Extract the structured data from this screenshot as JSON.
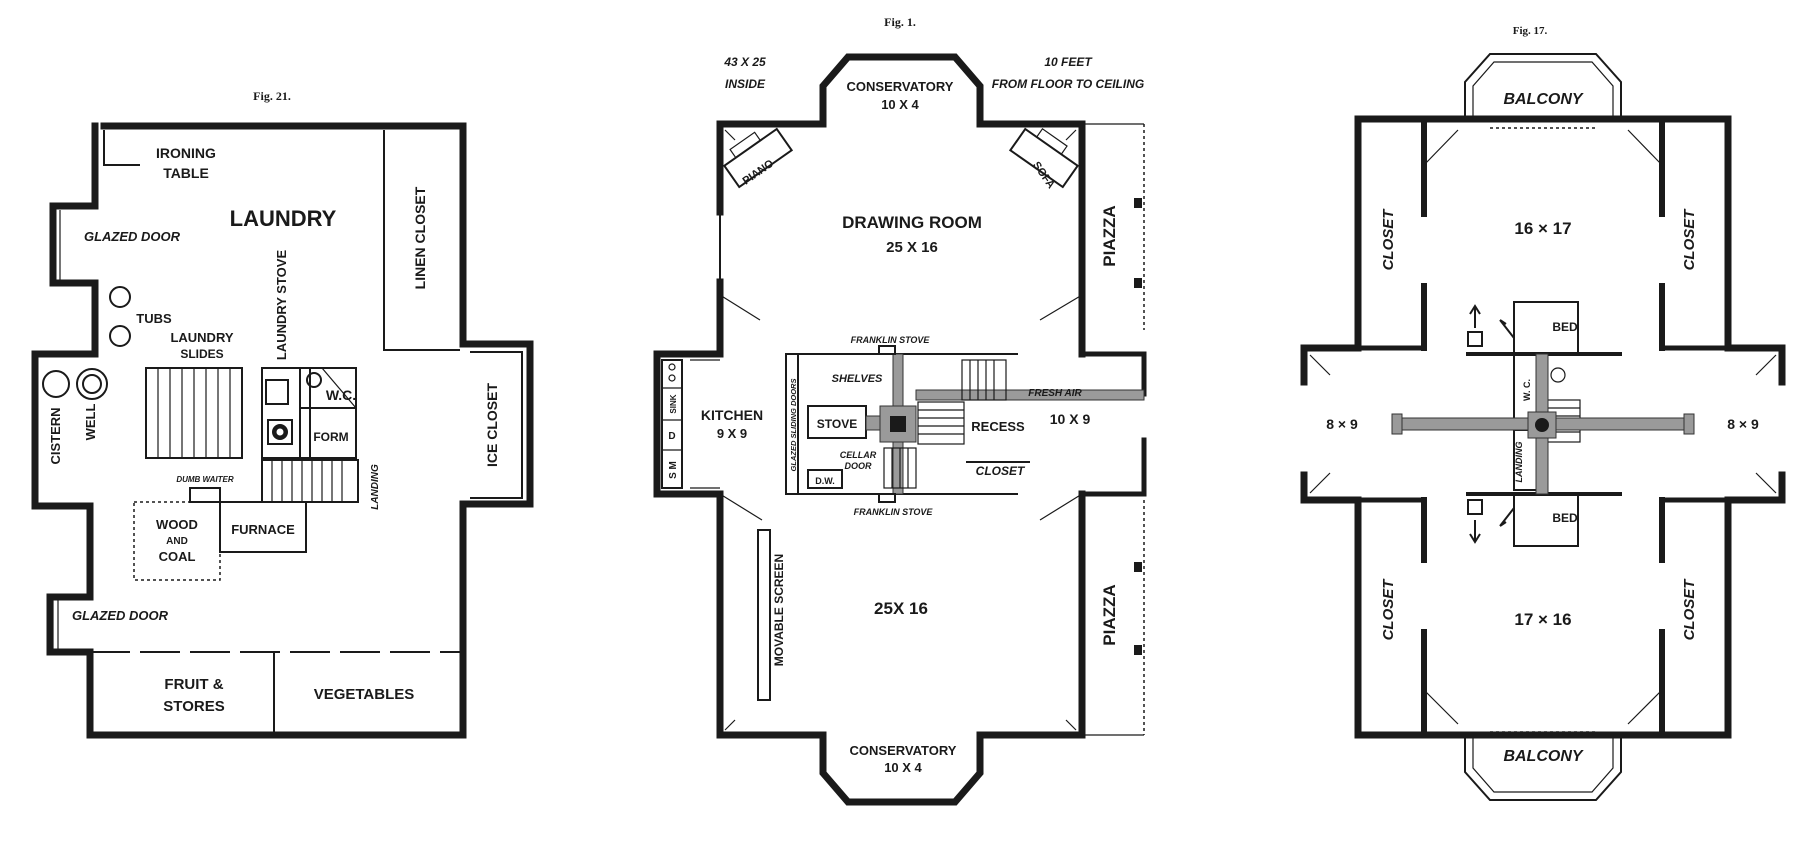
{
  "fig21": {
    "caption": "Fig. 21.",
    "ironing_table": [
      "IRONING",
      "TABLE"
    ],
    "laundry": "LAUNDRY",
    "linen_closet": "LINEN CLOSET",
    "glazed_door_top": "GLAZED DOOR",
    "laundry_stove": "LAUNDRY STOVE",
    "tubs": "TUBS",
    "laundry_slides": [
      "LAUNDRY",
      "SLIDES"
    ],
    "cistern": "CISTERN",
    "well": "WELL",
    "wc": "W.C.",
    "form": "FORM",
    "ice_closet": "ICE CLOSET",
    "dumb_waiter": "DUMB WAITER",
    "landing": "LANDING",
    "wood_coal": [
      "WOOD",
      "AND",
      "COAL"
    ],
    "furnace": "FURNACE",
    "glazed_door_bottom": "GLAZED DOOR",
    "fruit_stores": [
      "FRUIT &",
      "STORES"
    ],
    "vegetables": "VEGETABLES"
  },
  "fig1": {
    "caption": "Fig. 1.",
    "size_note": [
      "43 X 25",
      "INSIDE"
    ],
    "height_note": [
      "10 FEET",
      "FROM FLOOR TO CEILING"
    ],
    "conservatory_top": [
      "CONSERVATORY",
      "10 X 4"
    ],
    "piano": "PIANO",
    "sofa": "SOFA",
    "drawing_room": [
      "DRAWING ROOM",
      "25 X 16"
    ],
    "piazza_top": "PIAZZA",
    "franklin_stove_top": "FRANKLIN STOVE",
    "shelves": "SHELVES",
    "fresh_air": "FRESH AIR",
    "kitchen": [
      "KITCHEN",
      "9 X 9"
    ],
    "sink": "SINK",
    "d": "D",
    "sm": "S M",
    "glazed_doors": "GLAZED SLIDING DOORS",
    "stove": "STOVE",
    "recess": "RECESS",
    "room_10x9": "10 X 9",
    "cellar_door": [
      "CELLAR",
      "DOOR"
    ],
    "closet": "CLOSET",
    "dw": "D.W.",
    "franklin_stove_bottom": "FRANKLIN STOVE",
    "movable_screen": "MOVABLE SCREEN",
    "room_25x16": "25X 16",
    "piazza_bottom": "PIAZZA",
    "conservatory_bottom": [
      "CONSERVATORY",
      "10 X 4"
    ]
  },
  "fig17": {
    "caption": "Fig. 17.",
    "balcony_top": "BALCONY",
    "closet_tl": "CLOSET",
    "room_16x17": "16 × 17",
    "closet_tr": "CLOSET",
    "bed_top": "BED",
    "wc": "W. C.",
    "room_left": "8 × 9",
    "room_right": "8 × 9",
    "landing": "LANDING",
    "bed_bottom": "BED",
    "closet_bl": "CLOSET",
    "room_17x16": "17 × 16",
    "closet_br": "CLOSET",
    "balcony_bottom": "BALCONY"
  }
}
